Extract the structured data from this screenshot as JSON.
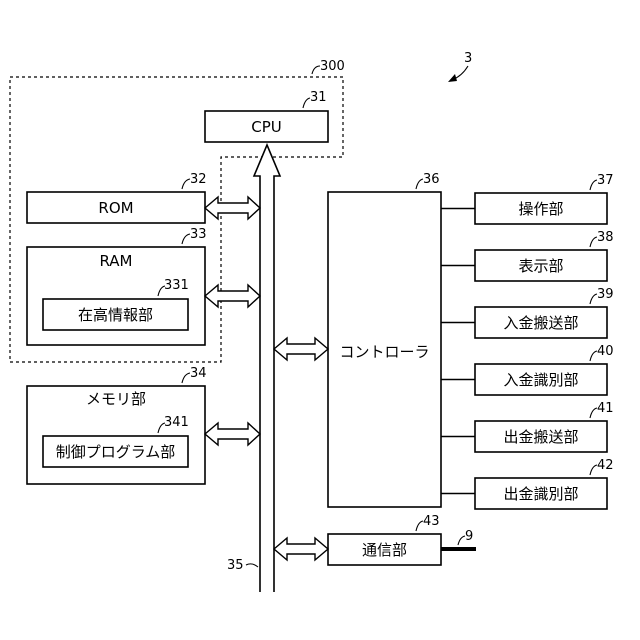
{
  "figure_ref": "3",
  "region_ref": "300",
  "bus_ref": "35",
  "network_ref": "9",
  "blocks": {
    "cpu": {
      "label": "CPU",
      "ref": "31"
    },
    "rom": {
      "label": "ROM",
      "ref": "32"
    },
    "ram": {
      "label": "RAM",
      "ref": "33"
    },
    "inventory": {
      "label": "在高情報部",
      "ref": "331"
    },
    "memory": {
      "label": "メモリ部",
      "ref": "34"
    },
    "control_program": {
      "label": "制御プログラム部",
      "ref": "341"
    },
    "controller": {
      "label": "コントローラ",
      "ref": "36"
    },
    "communication": {
      "label": "通信部",
      "ref": "43"
    }
  },
  "peripherals": [
    {
      "label": "操作部",
      "ref": "37"
    },
    {
      "label": "表示部",
      "ref": "38"
    },
    {
      "label": "入金搬送部",
      "ref": "39"
    },
    {
      "label": "入金識別部",
      "ref": "40"
    },
    {
      "label": "出金搬送部",
      "ref": "41"
    },
    {
      "label": "出金識別部",
      "ref": "42"
    }
  ]
}
